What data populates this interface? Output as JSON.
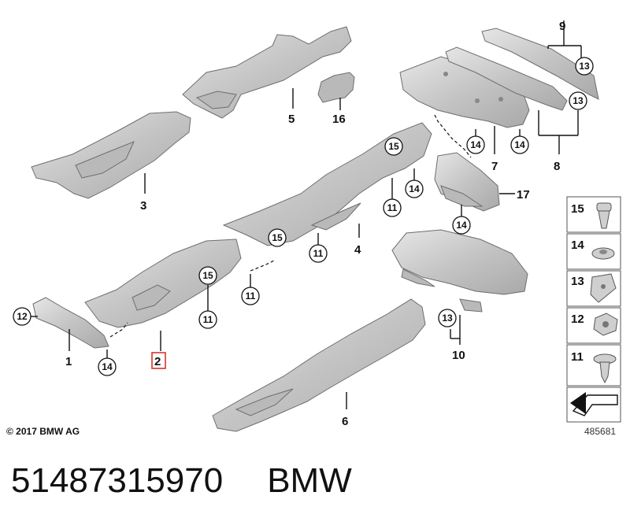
{
  "callouts": {
    "p1": "1",
    "p2": "2",
    "p3": "3",
    "p4": "4",
    "p5": "5",
    "p6": "6",
    "p7": "7",
    "p8": "8",
    "p9": "9",
    "p10": "10",
    "p16": "16",
    "p17": "17",
    "c11": "11",
    "c12": "12",
    "c13": "13",
    "c14": "14",
    "c15": "15"
  },
  "legend": {
    "items": [
      "15",
      "14",
      "13",
      "12",
      "11"
    ]
  },
  "copyright": "© 2017 BMW AG",
  "ref_number": "485681",
  "footer": {
    "part_number": "51487315970",
    "brand": "BMW"
  },
  "colors": {
    "highlight": "#d9332b",
    "part_fill": "#cccccc"
  }
}
